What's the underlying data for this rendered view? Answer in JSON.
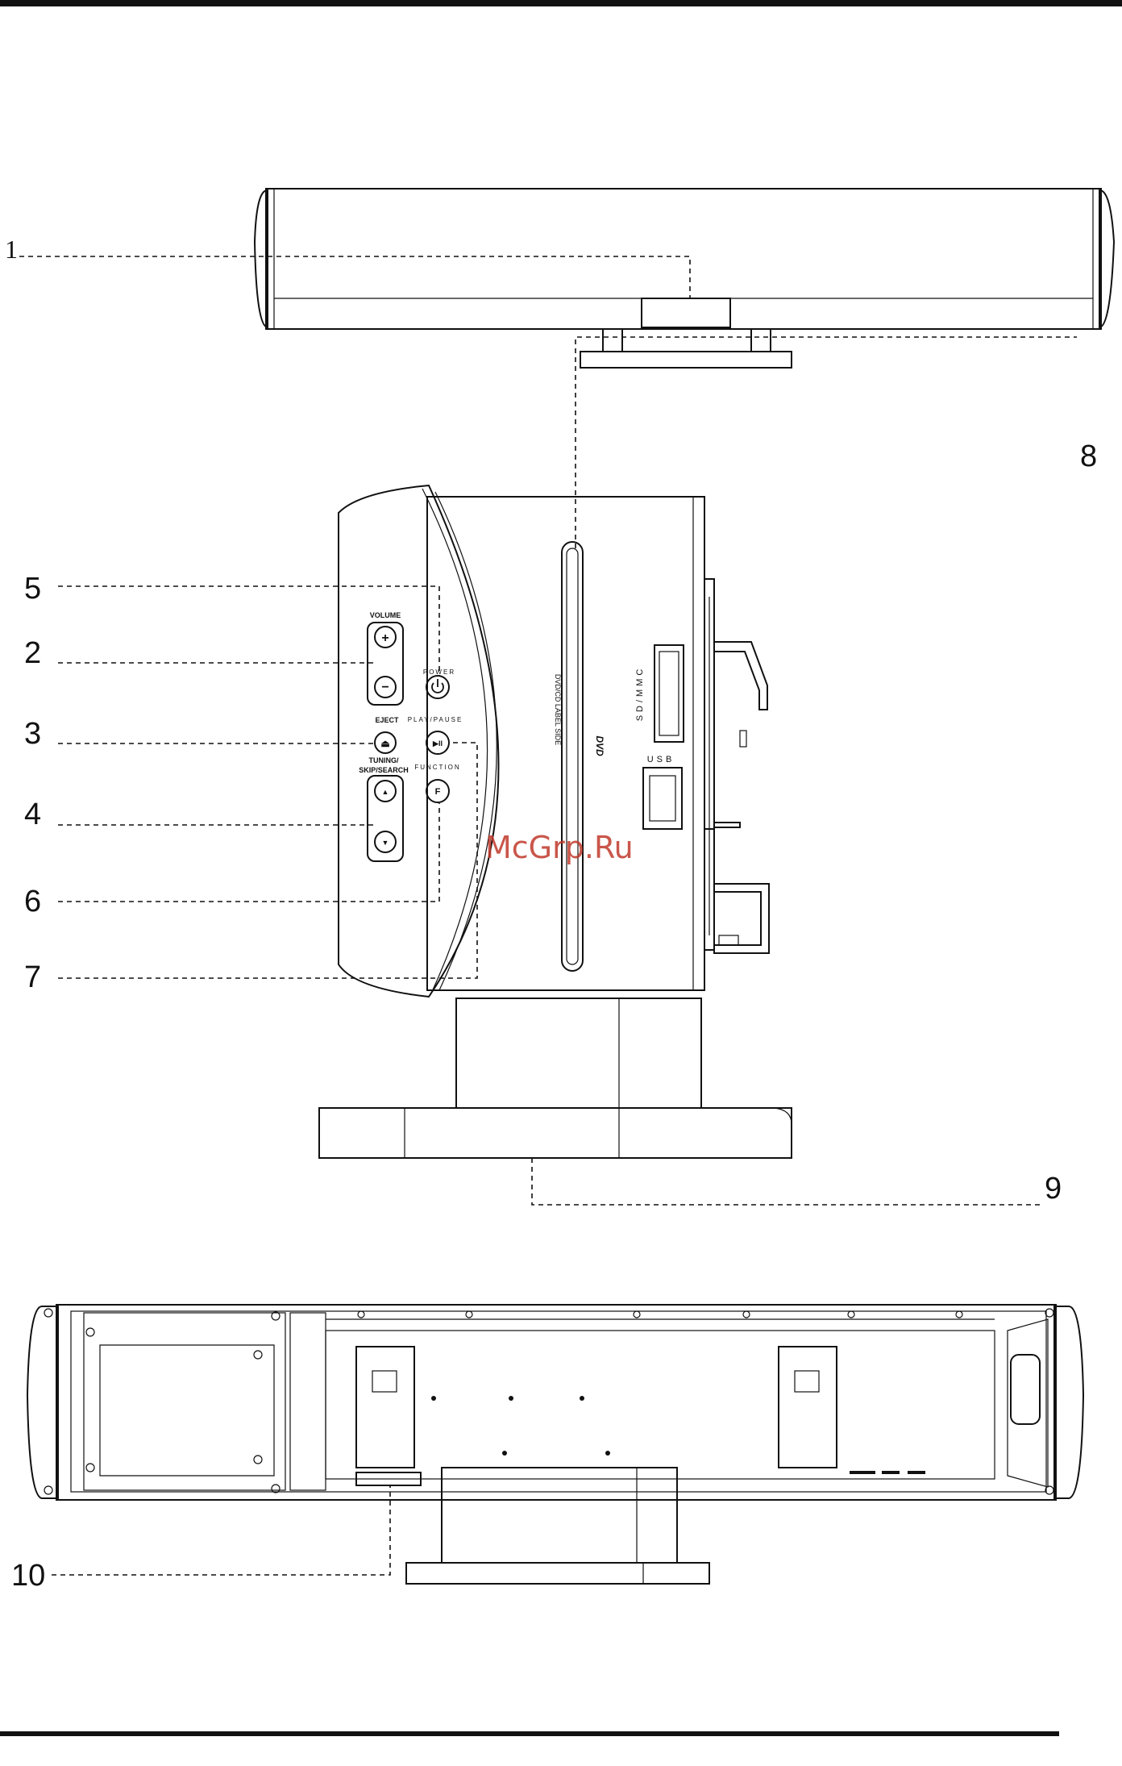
{
  "callouts": {
    "c1": "1",
    "c2": "2",
    "c3": "3",
    "c4": "4",
    "c5": "5",
    "c6": "6",
    "c7": "7",
    "c8": "8",
    "c9": "9",
    "c10": "10"
  },
  "panel_labels": {
    "volume": "VOLUME",
    "power": "POWER",
    "eject": "EJECT",
    "play_pause": "PLAY/PAUSE",
    "tuning": "TUNING/",
    "skip_search": "SKIP/SEARCH",
    "function": "FUNCTION",
    "plus": "+",
    "minus": "−",
    "eject_glyph": "⏏",
    "play_glyph": "▶II",
    "up_glyph": "▲",
    "down_glyph": "▼",
    "function_glyph": "F"
  },
  "disc": {
    "slot_label": "DVD/CD LABEL SIDE",
    "logo": "DVD"
  },
  "ports": {
    "card": "SD/MMC",
    "usb": "USB"
  },
  "watermark": "McGrp.Ru",
  "icons": {
    "power": "power-icon"
  }
}
